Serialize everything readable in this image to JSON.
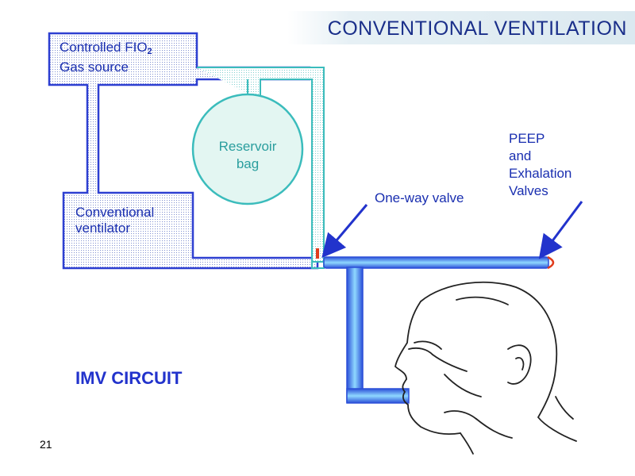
{
  "title": "CONVENTIONAL VENTILATION",
  "gas_source": {
    "line1": "Controlled FIO",
    "line1_sub": "2",
    "line2": "Gas source"
  },
  "ventilator": {
    "line1": "Conventional",
    "line2": "ventilator"
  },
  "reservoir": {
    "line1": "Reservoir",
    "line2": "bag"
  },
  "one_way_valve": "One-way valve",
  "peep": {
    "line1": "PEEP",
    "line2": "and",
    "line3": "Exhalation",
    "line4": "Valves"
  },
  "circuit_label": "IMV CIRCUIT",
  "slide_number": "21",
  "colors": {
    "title": "#1a2f8a",
    "box_border": "#2d3fd1",
    "teal": "#3bbcbc",
    "tube": "#2e63d6"
  }
}
